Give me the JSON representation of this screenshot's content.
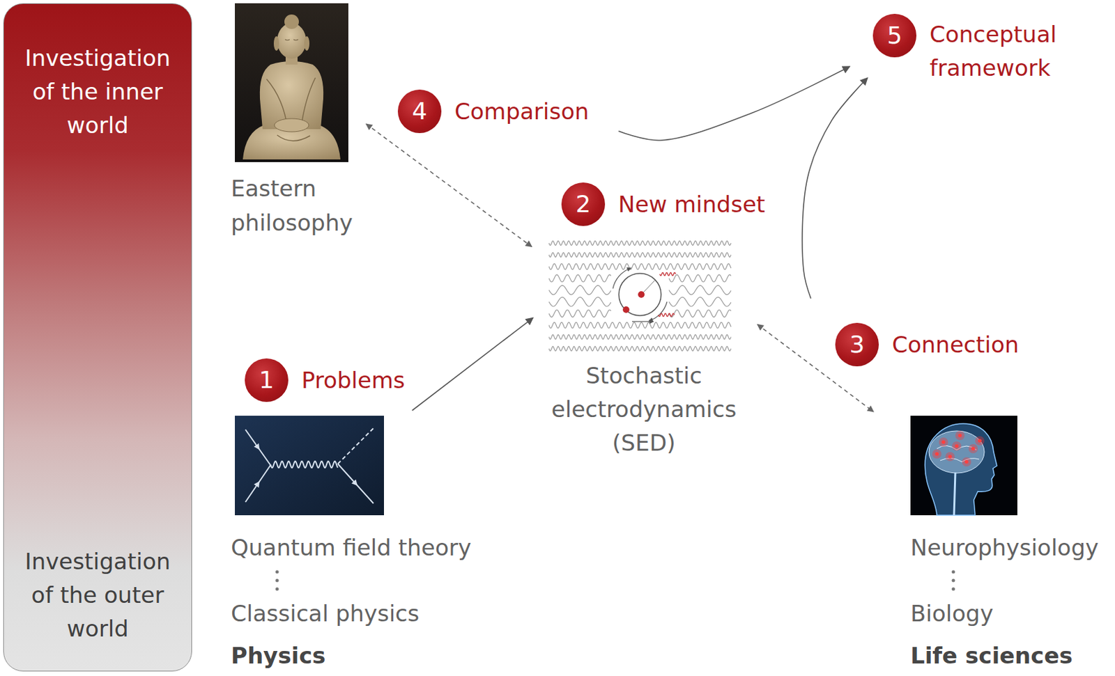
{
  "diagram": {
    "nodes": [
      {
        "text": [
          "Investigation of the inner world",
          "Investigation of the outer world"
        ]
      },
      {
        "text": [
          "Eastern philosophy"
        ]
      },
      {
        "text": [
          "4",
          "Comparison"
        ]
      },
      {
        "text": [
          "5",
          "Conceptual framework"
        ]
      },
      {
        "text": [
          "2",
          "New mindset"
        ]
      },
      {
        "text": [
          "Stochastic electrodynamics (SED)"
        ]
      },
      {
        "text": [
          "3",
          "Connection"
        ]
      },
      {
        "text": [
          "1",
          "Problems"
        ]
      },
      {
        "text": [
          "Quantum field theory",
          "Classical physics",
          "Physics"
        ]
      },
      {
        "text": [
          "Neurophysiology",
          "Biology",
          "Life sciences"
        ]
      }
    ],
    "edges": [
      {
        "from": 7,
        "to": 5,
        "arrow": "to"
      },
      {
        "from": 1,
        "to": 5,
        "arrow": "both"
      },
      {
        "from": 5,
        "to": 9,
        "arrow": "both"
      },
      {
        "from": 2,
        "to": 3,
        "arrow": "to"
      },
      {
        "from": 6,
        "to": 3,
        "arrow": "to"
      }
    ]
  }
}
